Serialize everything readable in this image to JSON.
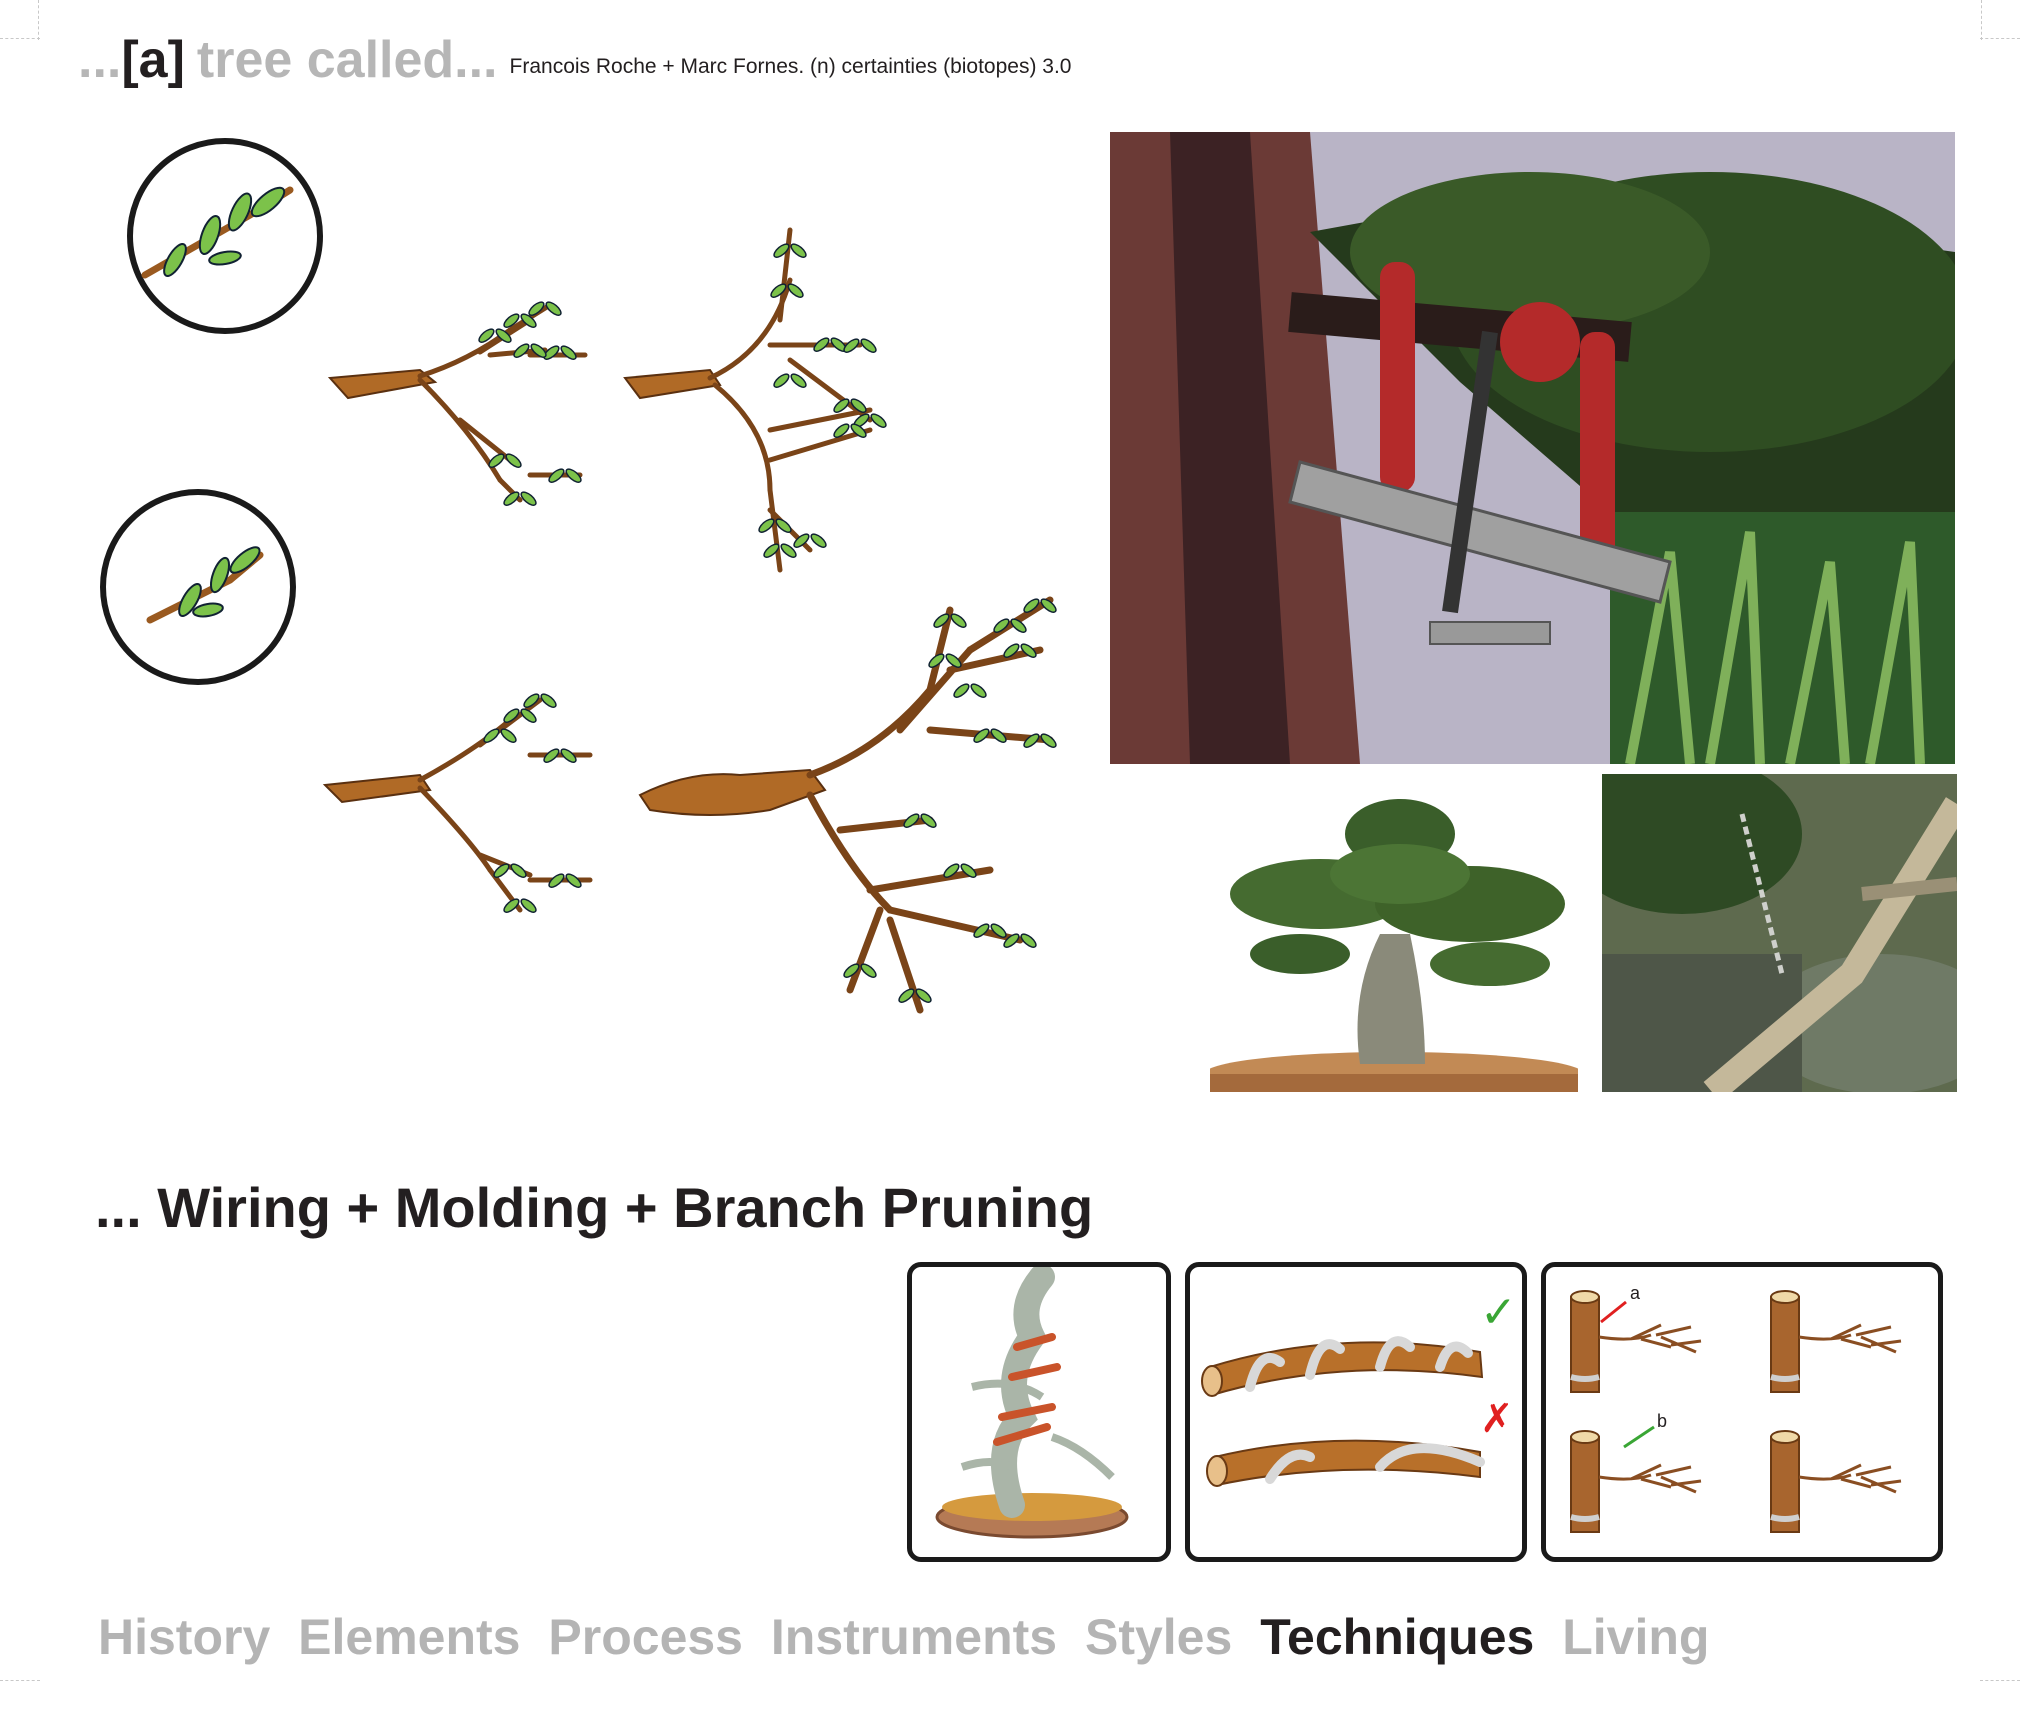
{
  "header": {
    "prefix": "...",
    "bracket": "[a]",
    "title_rest": "tree called...",
    "credit": "Francois Roche + Marc Fornes. (n) certainties (biotopes) 3.0"
  },
  "subtitle": "... Wiring + Molding + Branch Pruning",
  "technique_panels": {
    "check_mark": "✓",
    "cross_mark": "✗",
    "label_a": "a",
    "label_b": "b"
  },
  "nav": {
    "items": [
      "History",
      "Elements",
      "Process",
      "Instruments",
      "Styles",
      "Techniques",
      "Living"
    ],
    "active": "Techniques"
  },
  "colors": {
    "accent_active": "#231f20",
    "inactive": "#b4b4b4",
    "branch": "#b06a26",
    "leaf": "#7cc24a",
    "check": "#3aa635",
    "cross": "#e02020"
  }
}
